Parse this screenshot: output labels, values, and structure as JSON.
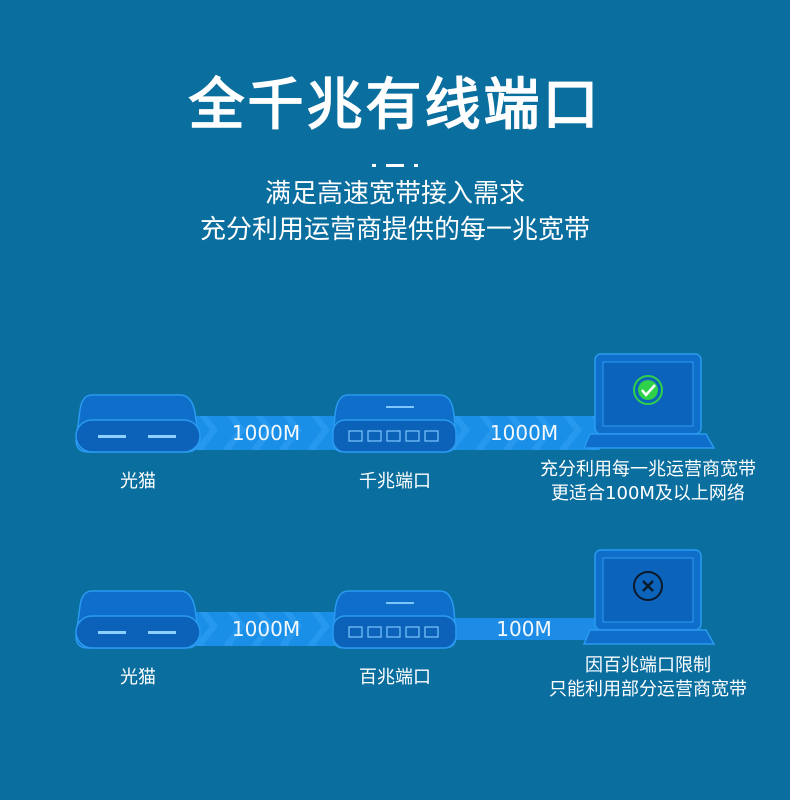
{
  "header": {
    "title": "全千兆有线端口",
    "subtitle_line1": "满足高速宽带接入需求",
    "subtitle_line2": "充分利用运营商提供的每一兆宽带"
  },
  "rows": [
    {
      "modem_label": "光猫",
      "link1_speed": "1000M",
      "switch_label": "千兆端口",
      "link2_speed": "1000M",
      "status": "check",
      "result_line1": "充分利用每一兆运营商宽带",
      "result_line2": "更适合100M及以上网络"
    },
    {
      "modem_label": "光猫",
      "link1_speed": "1000M",
      "switch_label": "百兆端口",
      "link2_speed": "100M",
      "status": "x",
      "result_line1": "因百兆端口限制",
      "result_line2": "只能利用部分运营商宽带"
    }
  ],
  "colors": {
    "background": "#0a6e9f",
    "device_fill": "#0f6bc9",
    "link": "#1d8ce6",
    "check": "#2fd04a"
  }
}
